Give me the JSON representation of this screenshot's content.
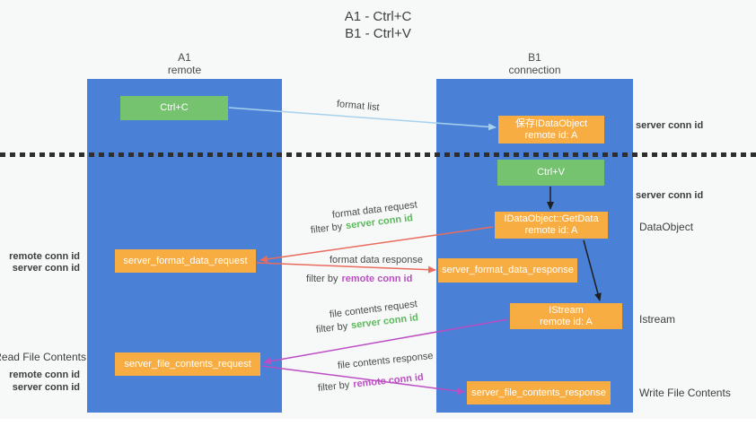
{
  "title": {
    "line1": "A1 - Ctrl+C",
    "line2": "B1 - Ctrl+V"
  },
  "columns": {
    "a": {
      "name": "A1",
      "role": "remote"
    },
    "b": {
      "name": "B1",
      "role": "connection"
    }
  },
  "nodes": {
    "ctrl_c": {
      "label": "Ctrl+C"
    },
    "ctrl_v": {
      "label": "Ctrl+V"
    },
    "save_dataobject": {
      "line1": "保存IDataObject",
      "line2": "remote id: A"
    },
    "getdata": {
      "line1": "IDataObject::GetData",
      "line2": "remote id: A"
    },
    "istream": {
      "line1": "IStream",
      "line2": "remote id: A"
    },
    "format_request": {
      "label": "server_format_data_request"
    },
    "format_response": {
      "label": "server_format_data_response"
    },
    "file_request": {
      "label": "server_file_contents_request"
    },
    "file_response": {
      "label": "server_file_contents_response"
    }
  },
  "labels": {
    "format_list": "format list",
    "format_data_request": "format data request",
    "format_data_response": "format data response",
    "file_contents_request": "file contents request",
    "file_contents_response": "file contents response",
    "filter_by": "filter by",
    "server_conn_id": "server conn id",
    "remote_conn_id": "remote conn id",
    "dataobject": "DataObject",
    "istream": "Istream",
    "read_file_contents": "Read File Contents",
    "write_file_contents": "Write File Contents"
  },
  "colors": {
    "column_blue": "#4a80d5",
    "box_green": "#76c36f",
    "box_orange": "#f8ad43",
    "arrow_red": "#e96c5e",
    "arrow_magenta": "#bc4ec4",
    "arrow_light_blue": "#a6d2ef",
    "arrow_black": "#1f1f1f",
    "text_green": "#5cb85c",
    "text_magenta": "#bc4ec4"
  }
}
